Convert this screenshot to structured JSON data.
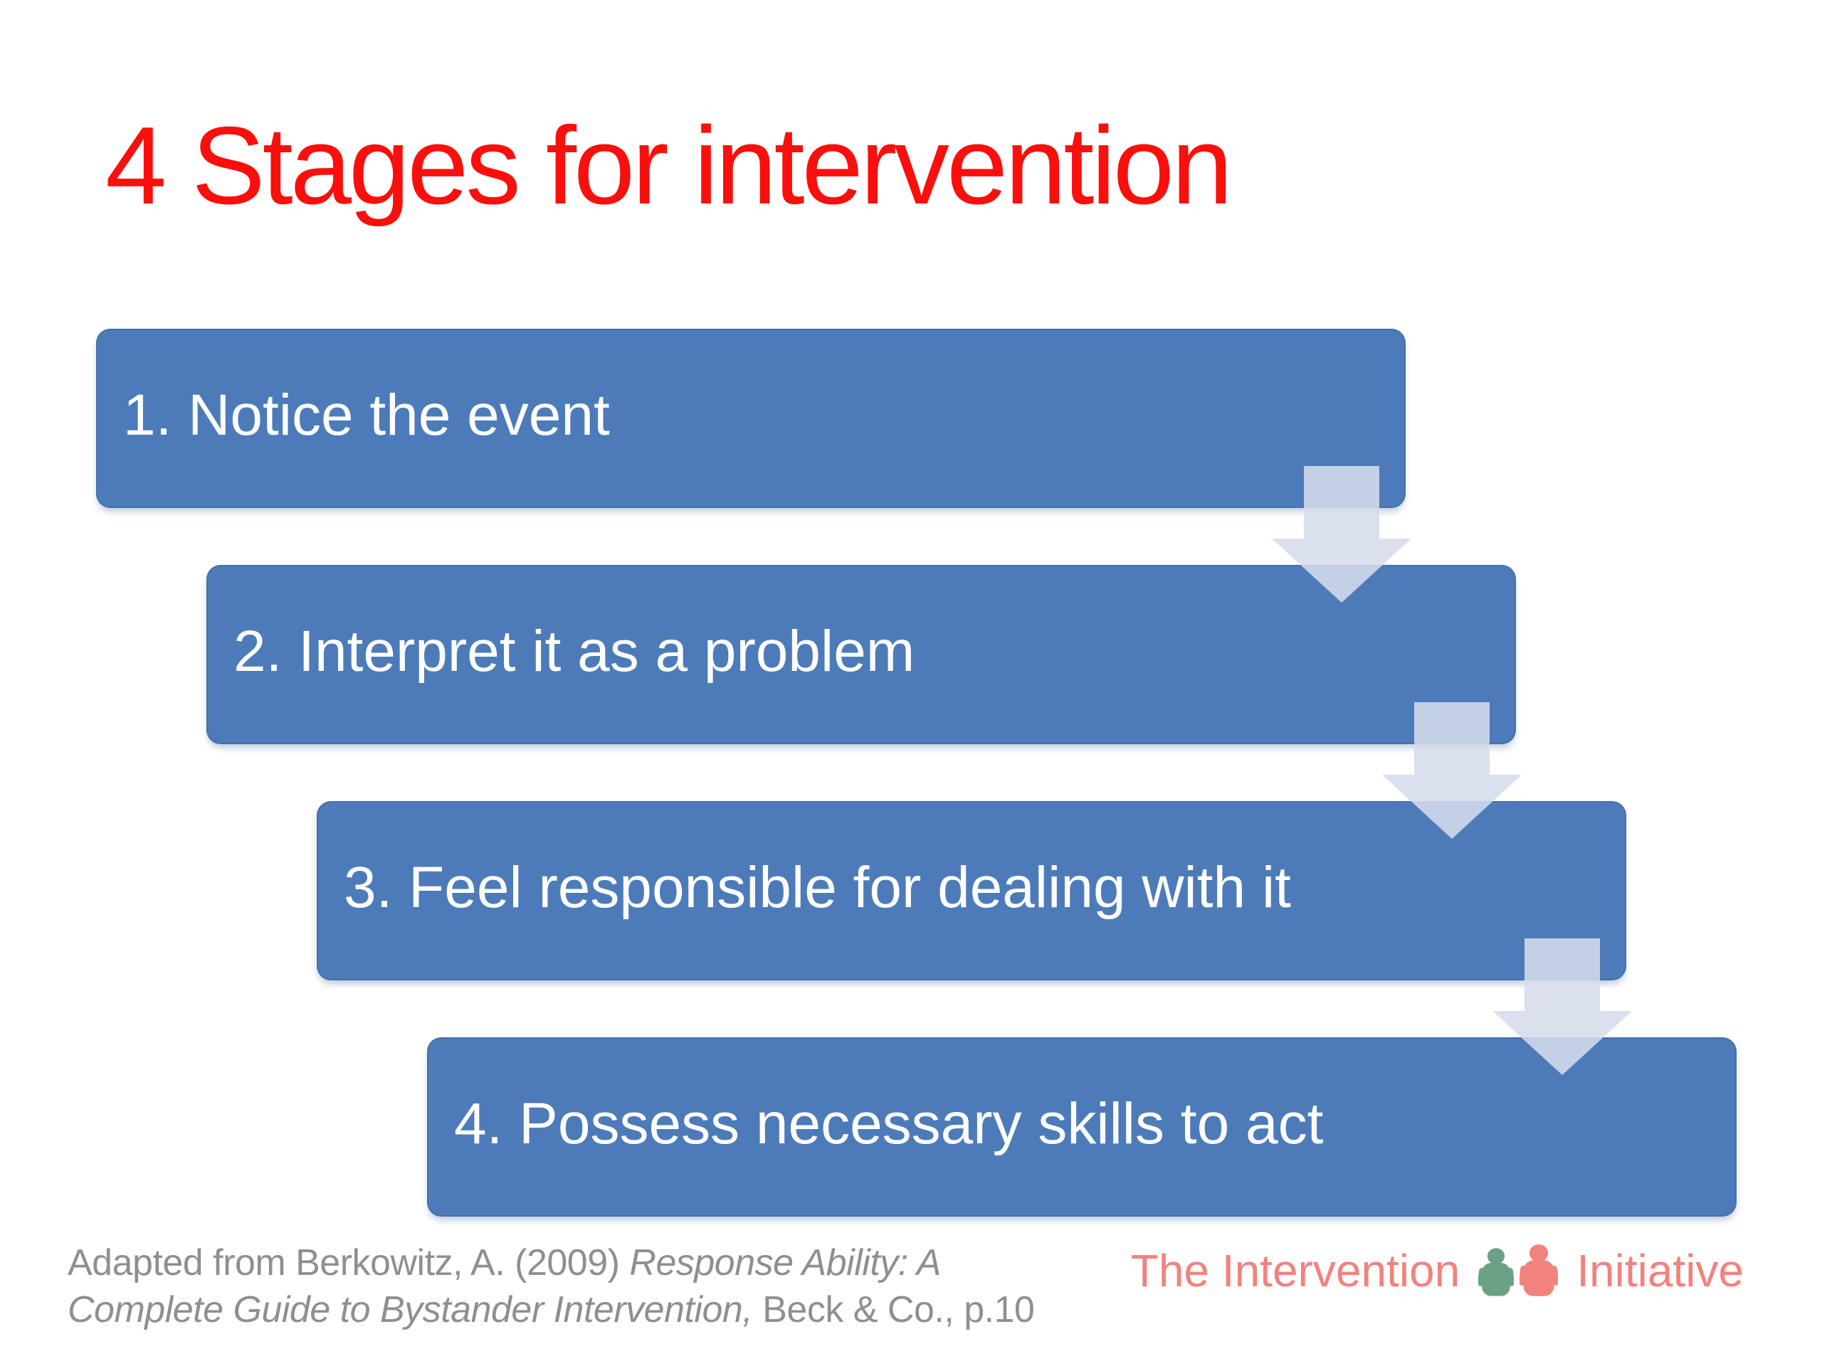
{
  "slide": {
    "title": "4 Stages for intervention",
    "stages": [
      {
        "label": "1. Notice the event"
      },
      {
        "label": "2. Interpret it as a problem"
      },
      {
        "label": "3. Feel responsible for dealing with it"
      },
      {
        "label": "4. Possess necessary skills to act"
      }
    ],
    "arrows": [
      {
        "name": "down-arrow-icon",
        "from": "1. Notice the event",
        "to": "2. Interpret it as a problem"
      },
      {
        "name": "down-arrow-icon",
        "from": "2. Interpret it as a problem",
        "to": "3. Feel responsible for dealing with it"
      },
      {
        "name": "down-arrow-icon",
        "from": "3. Feel responsible for dealing with it",
        "to": "4. Possess necessary skills to act"
      }
    ],
    "citation": {
      "line1": {
        "regular": "Adapted from Berkowitz, A. (2009) ",
        "italic": "Response Ability: A"
      },
      "line2": {
        "italic": "Complete Guide to Bystander Intervention,",
        "regular": " Beck & Co., p.10"
      }
    },
    "logo": {
      "text_before": "The Intervention",
      "text_after": "Initiative",
      "icons": [
        {
          "name": "person-green-icon",
          "color": "#6ba287"
        },
        {
          "name": "person-red-icon",
          "color": "#f2827d"
        }
      ]
    }
  },
  "colors": {
    "background": "#ffffff",
    "title-red": "#fa0f0c",
    "box-blue": "#4d7bb9",
    "box-border": "rgba(62, 104, 160, 0.55)",
    "box-text": "#ffffff",
    "arrow-fill": "rgba(213, 220, 234, 0.88)",
    "citation-gray": "#8f8f8f",
    "logo-salmon": "#f2827d",
    "logo-green": "#6ba287"
  }
}
